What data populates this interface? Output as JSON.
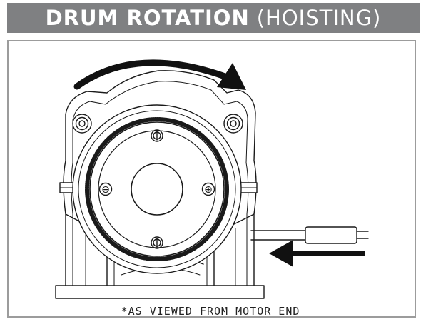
{
  "header": {
    "title_bold": "DRUM ROTATION",
    "title_normal": "(HOISTING)"
  },
  "caption": "*AS VIEWED FROM MOTOR END",
  "terminals": {
    "negative": "⊖",
    "positive": "⊕"
  },
  "colors": {
    "header_bg": "#7f8082",
    "header_text": "#ffffff",
    "line": "#1a1a1a",
    "frame": "#9c9c9c"
  },
  "icons": {
    "rotation": "curved-arrow-clockwise-icon",
    "direction": "left-arrow-icon"
  }
}
